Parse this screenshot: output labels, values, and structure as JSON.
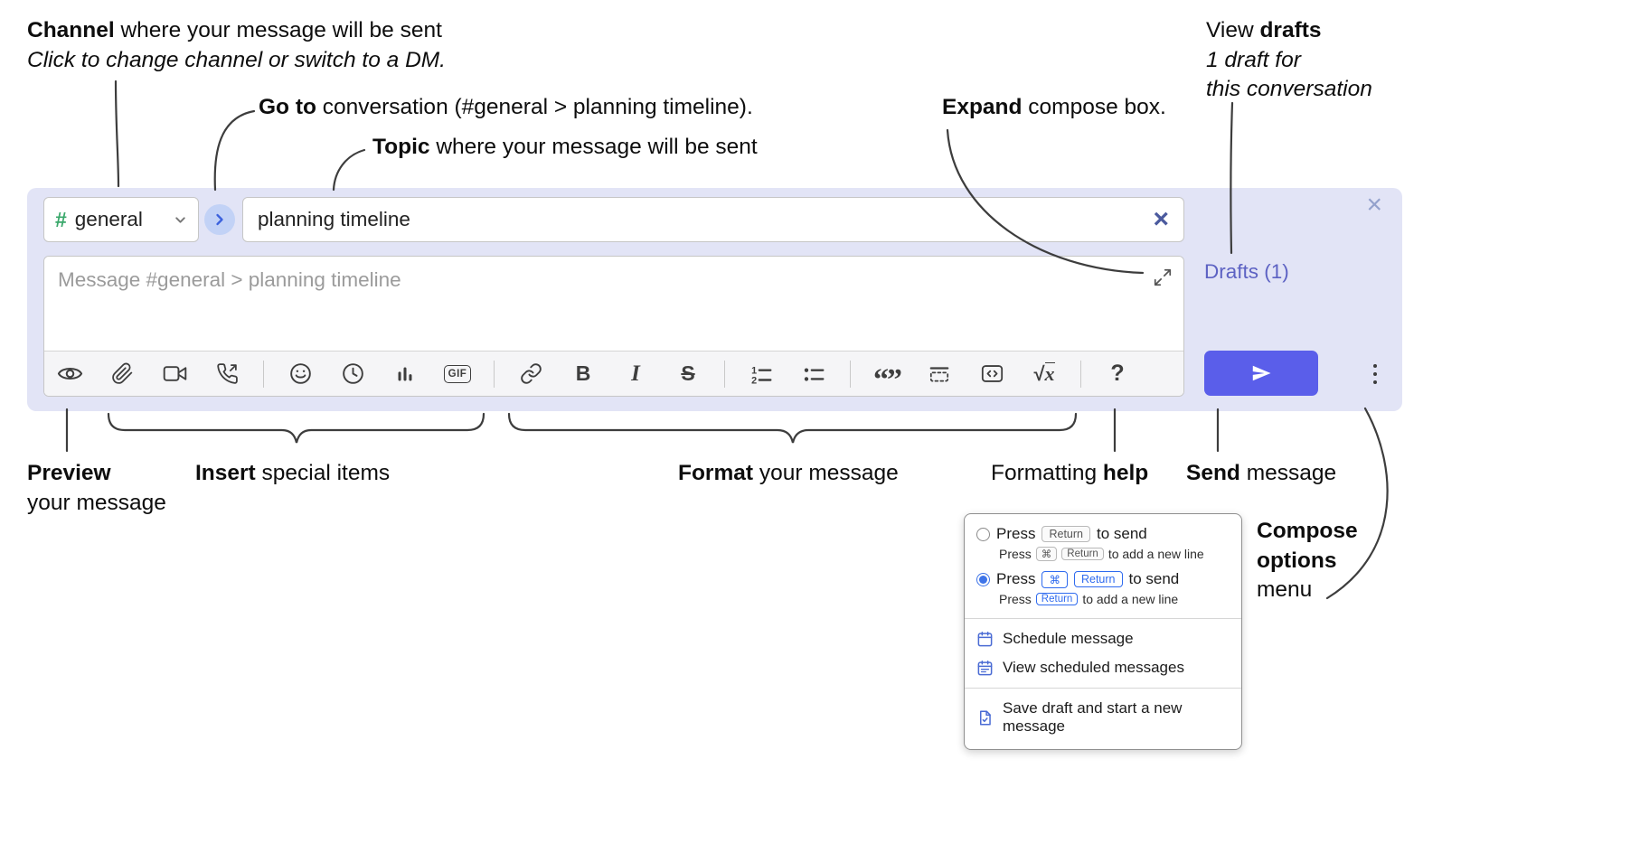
{
  "annotations": {
    "channel": {
      "bold": "Channel",
      "rest": " where your message will be sent",
      "sub": "Click to change channel or switch to a DM."
    },
    "goto": {
      "bold": "Go to",
      "rest": " conversation (#general > planning timeline)."
    },
    "topic": {
      "bold": "Topic",
      "rest": " where your message will be sent"
    },
    "expand": {
      "bold": "Expand",
      "rest": " compose box."
    },
    "drafts": {
      "pre": "View ",
      "bold": "drafts",
      "sub1": "1 draft for",
      "sub2": "this conversation"
    },
    "preview": {
      "bold": "Preview",
      "rest": "your message"
    },
    "insert": {
      "bold": "Insert",
      "rest": " special items"
    },
    "format": {
      "bold": "Format",
      "rest": " your message"
    },
    "help": {
      "pre": "Formatting ",
      "bold": "help"
    },
    "send": {
      "bold": "Send",
      "rest": " message"
    },
    "compose_menu": {
      "bold1": "Compose",
      "bold2": "options",
      "rest": "menu"
    }
  },
  "compose": {
    "channel_name": "general",
    "topic_value": "planning timeline",
    "message_placeholder": "Message #general > planning timeline",
    "drafts_label": "Drafts (1)"
  },
  "toolbar_glyphs": {
    "hash": "#",
    "one": "1",
    "two": "2",
    "bold": "B",
    "italic": "I",
    "strike": "S",
    "gif": "GIF",
    "quote": "“”",
    "sqrt": "√",
    "x": "x",
    "help": "?",
    "clear": "×",
    "close": "×"
  },
  "menu": {
    "option_return": {
      "press": "Press",
      "key": "Return",
      "rest": "to send",
      "sub_press": "Press",
      "sub_key1": "⌘",
      "sub_key2": "Return",
      "sub_rest": "to add a new line"
    },
    "option_cmd_return": {
      "press": "Press",
      "key1": "⌘",
      "key2": "Return",
      "rest": "to send",
      "sub_press": "Press",
      "sub_key": "Return",
      "sub_rest": "to add a new line"
    },
    "schedule": "Schedule message",
    "view_scheduled": "View scheduled messages",
    "save_draft": "Save draft and start a new message"
  },
  "colors": {
    "compose_bg": "#e2e4f6",
    "send_button": "#5a5eea",
    "accent_blue": "#3e74e8",
    "channel_green": "#3aa86b",
    "drafts_link": "#5d62c3"
  }
}
